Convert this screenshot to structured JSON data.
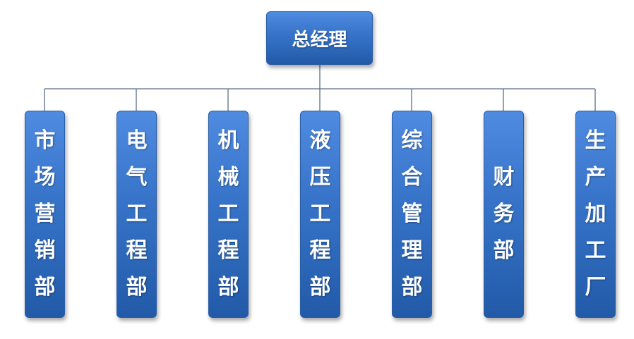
{
  "root": {
    "label": "总经理"
  },
  "departments": [
    {
      "label": "市场营销部"
    },
    {
      "label": "电气工程部"
    },
    {
      "label": "机械工程部"
    },
    {
      "label": "液压工程部"
    },
    {
      "label": "综合管理部"
    },
    {
      "label": "财务部"
    },
    {
      "label": "生产加工厂"
    }
  ],
  "colors": {
    "box_fill_top": "#4f8be0",
    "box_fill_bottom": "#225aa8",
    "connector": "#5a6e88",
    "text": "#ffffff"
  }
}
